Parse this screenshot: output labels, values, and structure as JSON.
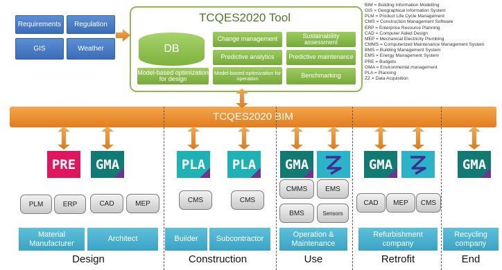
{
  "inputs": [
    "Requirements",
    "Regulation",
    "GIS",
    "Weather"
  ],
  "tool": {
    "title": "TCQES2020 Tool",
    "db": "DB",
    "modules": {
      "model_based_design": "Model-based optimization for design",
      "change_management": "Change management",
      "predictive_analytics": "Predictive analytics",
      "model_based_operation": "Model-based optimization for operation",
      "sustainability": "Sustainability assessment",
      "predictive_maintenance": "Predictive maintenance",
      "benchmarking": "Benchmarking"
    }
  },
  "legend": [
    "BIM = Building Information Modelling",
    "GIS = Geographical Information System",
    "PLM = Product Life Cycle Management",
    "CMS = Construction Management Software",
    "ERP = Enterprise Resource Planning",
    "CAD = Computer Aided Design",
    "MEP = Mechanical Electricity Plumbing",
    "CMMS = Computerized Maintenance Management System",
    "BMS = Building Management System",
    "EMS = Energy Management System",
    "PRE = Budgets",
    "GMA = Environmental management",
    "PLA = Planning",
    "ZZ = Data Acquisition"
  ],
  "bim_band": "TCQES2020 BIM",
  "logos": {
    "pre": "PRE",
    "gma1": "GMA",
    "pla1": "PLA",
    "pla2": "PLA",
    "gma2": "GMA",
    "gma3": "GMA",
    "gma4": "GMA"
  },
  "software": {
    "plm": "PLM",
    "erp": "ERP",
    "cad1": "CAD",
    "mep1": "MEP",
    "cms1": "CMS",
    "cms2": "CMS",
    "cmms": "CMMS",
    "ems": "EMS",
    "bms": "BMS",
    "sensors": "Sensors",
    "cad2": "CAD",
    "mep2": "MEP",
    "cms3": "CMS"
  },
  "roles": {
    "material_manufacturer": "Material Manufacturer",
    "architect": "Architect",
    "builder": "Builder",
    "subcontractor": "Subcontractor",
    "operation": "Operation & Maintenance",
    "refurbishment": "Refurbishment company",
    "recycling": "Recycling company"
  },
  "phases": [
    "Design",
    "Construction",
    "Use",
    "Retrofit",
    "End"
  ],
  "colors": {
    "input_blue": "#3c6cb8",
    "tool_green": "#7eb23d",
    "band_orange": "#e88a25",
    "pre_red": "#e0165e",
    "gma_teal": "#117a73",
    "pla_cyan": "#1fb2b4",
    "role_cyan": "#3aa3c4",
    "accent_purple": "#6b3595"
  },
  "icons": {
    "data_acquisition": "zz-squiggle-icon"
  }
}
